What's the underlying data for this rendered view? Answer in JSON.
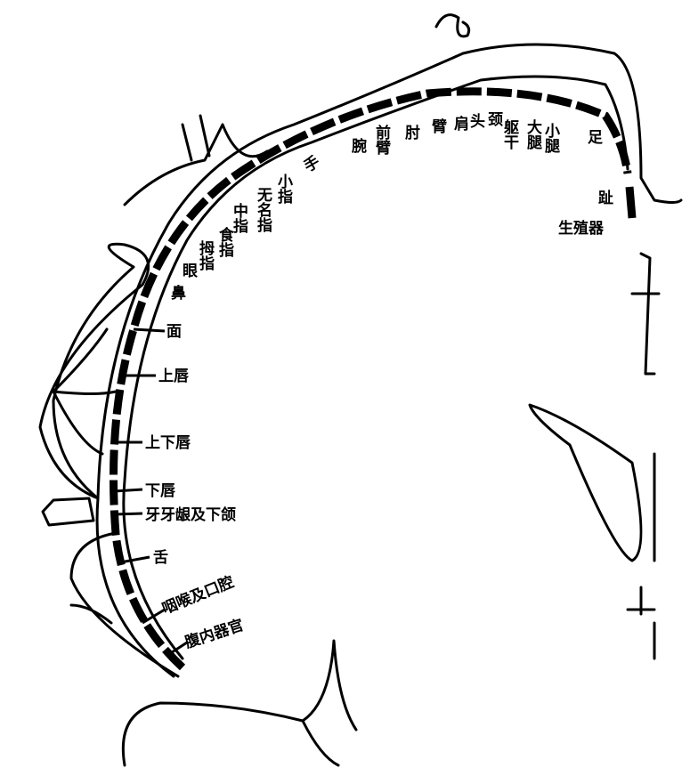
{
  "title": "Sensory homunculus",
  "labels": {
    "foot": "足",
    "leg": "小腿",
    "thigh": "大腿",
    "trunk": "躯干",
    "neck": "颈",
    "head": "头",
    "shoulder": "肩",
    "arm": "臂",
    "elbow": "肘",
    "forearm": "前臂",
    "wrist": "腕",
    "hand": "手",
    "little_finger": "小指",
    "ring_finger": "无名指",
    "middle_finger": "中指",
    "index_finger": "食指",
    "thumb": "拇指",
    "eye": "眼",
    "nose": "鼻",
    "face": "面",
    "upper_lip": "上唇",
    "lips": "上下唇",
    "lower_lip": "下唇",
    "teeth_gums_jaw": "牙牙龈及下颌",
    "tongue": "舌",
    "pharynx_mouth": "咽喉及口腔",
    "abdominal_organs": "腹内器官",
    "toes": "趾",
    "genitals": "生殖器"
  }
}
